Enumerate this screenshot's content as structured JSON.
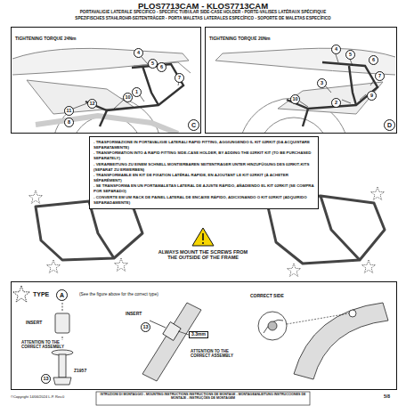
{
  "diagram": {
    "title": "PLOS7713CAM - KLOS7713CAM",
    "nodes": [
      {
        "text": [
          "TIGHTENING TORQUE 24Nm"
        ]
      },
      {
        "text": [
          "TIGHTENING TORQUE 20Nm"
        ]
      },
      {
        "text": [
          "- TRASFORMAZIONE IN PORTAVALIGIE LATERALI RAPID FITTING, AGGIUNGENDO IL KIT 02RKIT (DA ACQUISTARE SEPARATAMENTE)",
          "- TRANSFORMATION INTO A RAPID FITTING SIDE-CASE HOLDER, BY ADDING THE 02RKIT KIT (TO BE PURCHASED SEPARATELY)",
          "- VERARBEITUNG ZU EINEM SCHNELL MONTIERBAREN SEITENTRÄGER UNTER HINZUFÜGUNG DES 02RKIT-KITS (SEPARAT ZU ERWERBEN)",
          "- TRANSFORMABLE EN KIT DE FIXATION LATÉRAL RAPIDE, EN AJOUTANT LE KIT 02RKIT (À ACHETER SÉPARÉMENT)",
          "- SE TRANSFORMA EN UN PORTAMALETAS LATERAL DE AJUSTE RÁPIDO, AÑADIENDO EL KIT 02RKIT (SE COMPRA POR SEPARADO)",
          "- CONVERTE EM UM RACK DE PAINEL LATERAL DE ENCAIXE RÁPIDO, ADICIONANDO O KIT 02RKIT (ADQUIRIDO SEPARADAMENTE)"
        ]
      },
      {
        "text": [
          "TYPE",
          "A",
          "(See the figure above for the correct type)"
        ]
      }
    ],
    "labels": [
      "PORTAVALIGIE LATERALE SPECIFICO - SPECIFIC TUBULAR SIDE-CASE HOLDER - PORTE-VALISES LATÉRAUX SPÉCIFIQUE",
      "SPEZIFISCHES STAHLROHR-SEITENTRÄGER - PORTA MALETAS LATERALES ESPECÍFICO - SOPORTE DE MALETAS ESPECÍFICO",
      "4",
      "5",
      "6",
      "1",
      "10",
      "11",
      "8",
      "12",
      "7",
      "C",
      "4",
      "5",
      "6",
      "2",
      "3",
      "9",
      "10",
      "7",
      "D",
      "ALWAYS MOUNT THE SCREWS FROM THE OUTSIDE OF THE FRAME",
      "CORRECT SIDE",
      "INSERT",
      "ATTENTION TO THE CORRECT ASSEMBLY",
      "13",
      "Z1957",
      "INSERT",
      "13",
      "3.3mm",
      "ATTENTION TO THE CORRECT ASSEMBLY",
      "©Copyright 14/06/2024 L.P. Rev.0",
      "ISTRUZIONI DI MONTAGGIO - MOUNTING INSTRUCTIONS INSTRUCTIONS DE MONTAGE - MONTAGEANLEITUNG INSTRUCCIONES DE MONTAJE - INSTRUÇÕES DE MONTAGEM",
      "5/8"
    ]
  }
}
